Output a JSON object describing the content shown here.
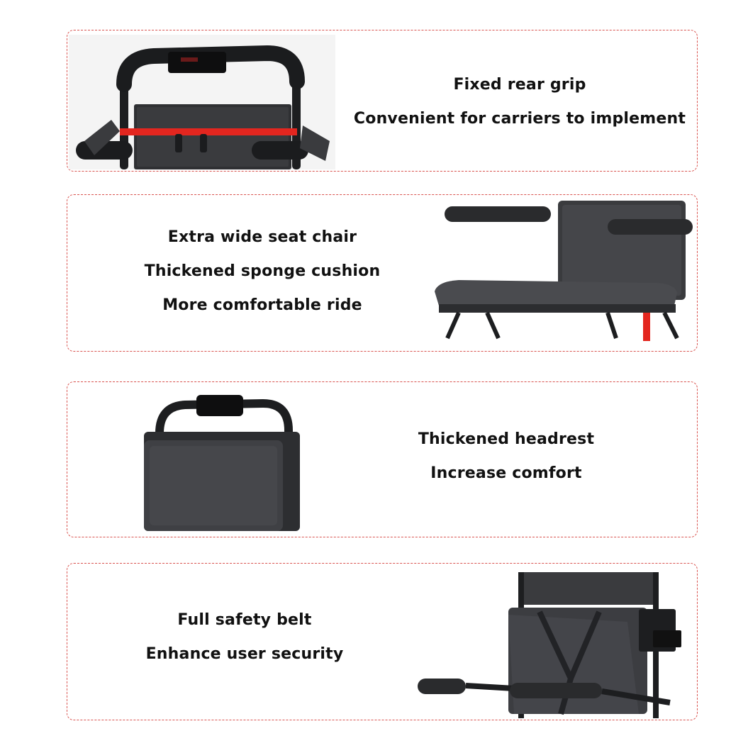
{
  "features": [
    {
      "icon": "rear-grip-photo",
      "lines": [
        "Fixed rear grip",
        "Convenient for carriers to implement"
      ]
    },
    {
      "icon": "seat-cushion-photo",
      "lines": [
        "Extra wide seat chair",
        "Thickened sponge cushion",
        "More comfortable ride"
      ]
    },
    {
      "icon": "headrest-photo",
      "lines": [
        "Thickened headrest",
        "Increase comfort"
      ]
    },
    {
      "icon": "safety-belt-photo",
      "lines": [
        "Full safety belt",
        "Enhance user security"
      ]
    }
  ],
  "colors": {
    "border": "#d9534f",
    "frame_red": "#e3261f",
    "upholstery": "#3a3b3e",
    "text": "#111111"
  }
}
